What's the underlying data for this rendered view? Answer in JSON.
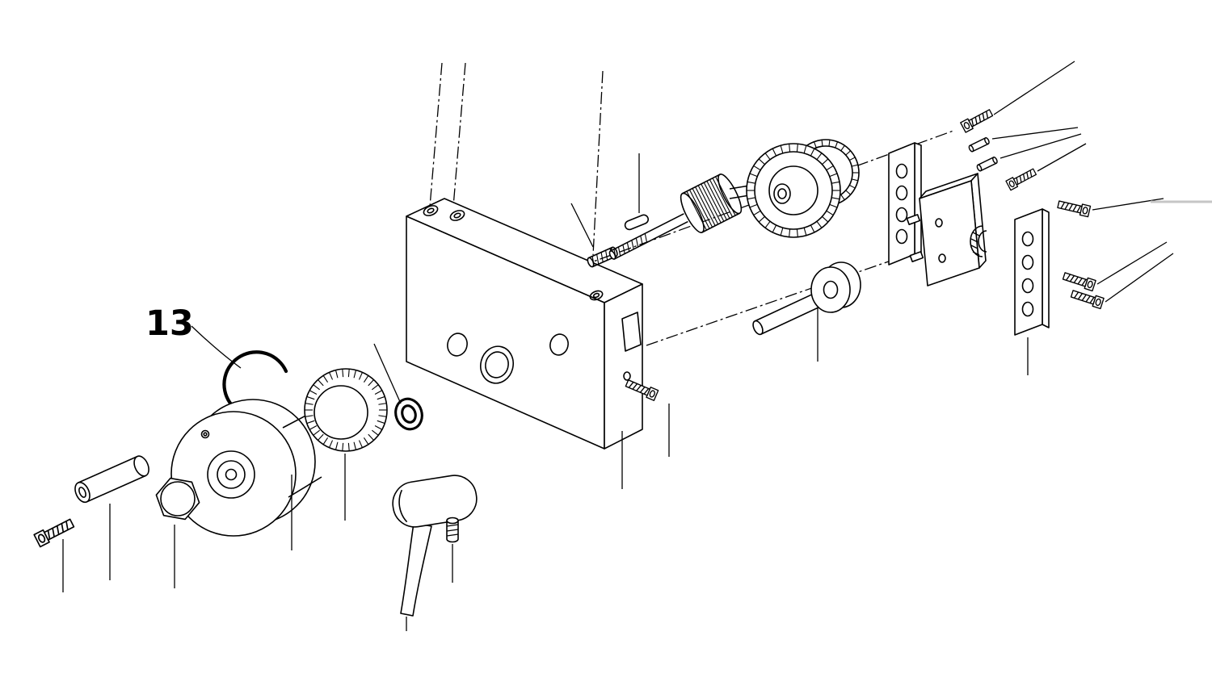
{
  "figure": {
    "type": "exploded_parts_diagram",
    "callouts": [
      {
        "label": "13",
        "points_to": "retaining-ring"
      }
    ],
    "colors": {
      "background": "#ffffff",
      "line": "#000000",
      "artifact_line": "#c6c6c6"
    }
  }
}
